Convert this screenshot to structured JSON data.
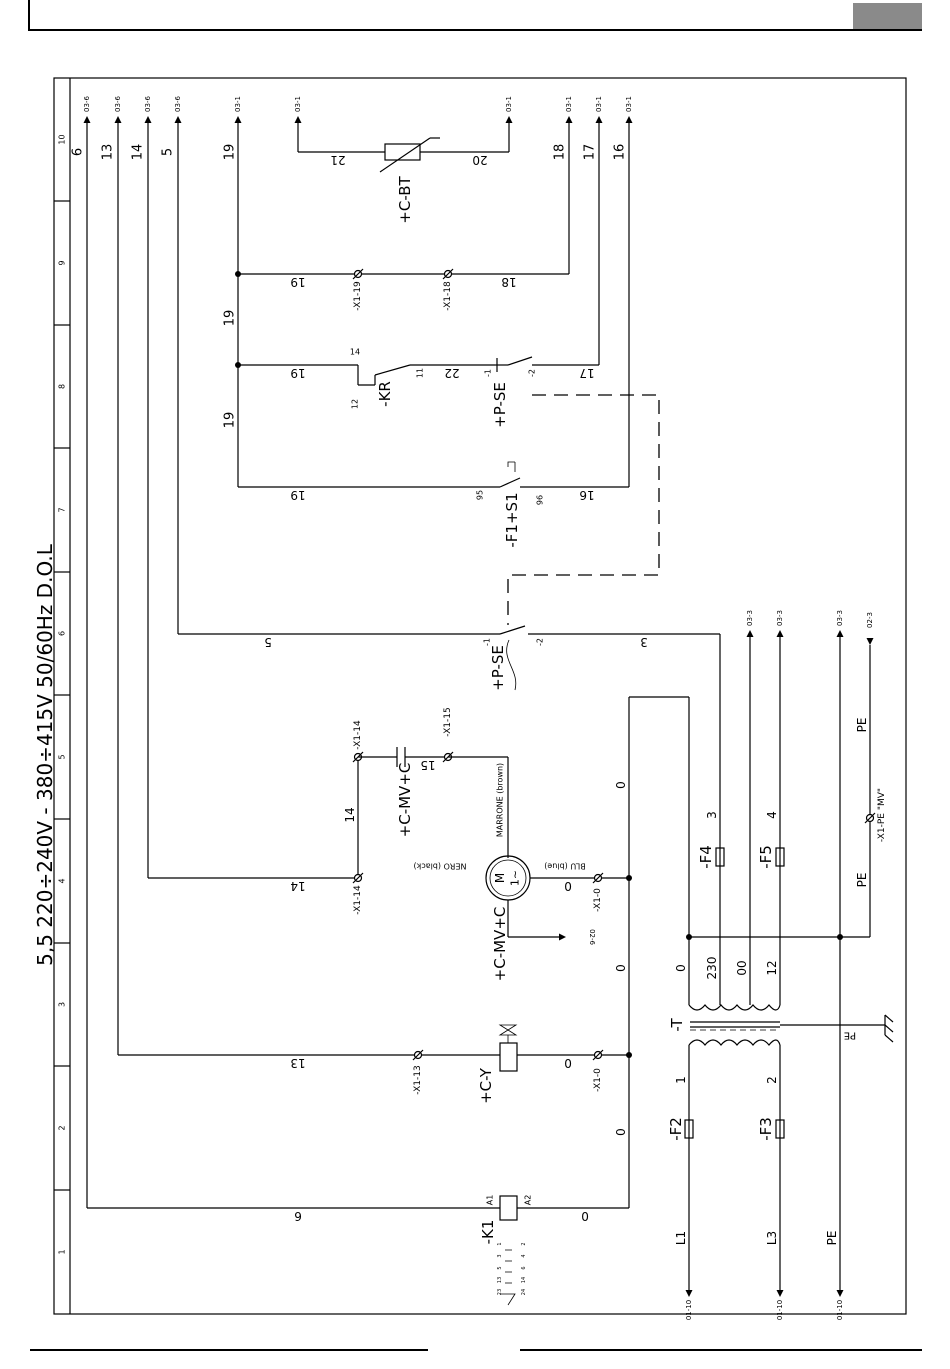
{
  "title": "5,5 220÷240V - 380÷415V 50/60Hz D.O.L",
  "columns": [
    "1",
    "2",
    "3",
    "4",
    "5",
    "6",
    "7",
    "8",
    "9",
    "10"
  ],
  "top_refs": {
    "w6": "03-6",
    "w13": "03-6",
    "w14": "03-6",
    "w5": "03-6",
    "w19": "03-1",
    "c21": "03-1",
    "c20": "03-1",
    "w18": "03-1",
    "w17": "03-1",
    "w16": "03-1"
  },
  "right_refs": {
    "r1": "03-3",
    "r2": "03-3",
    "r3": "03-3",
    "r4": "02-3"
  },
  "left_refs": {
    "L1": "01-10",
    "L3": "01-10",
    "PE": "01-10"
  },
  "mv_ref": "02-6",
  "components": {
    "K1": "-K1",
    "CY": "+C-Y",
    "CMV_motor": "+C-MV+C",
    "CMV_cap": "+C-MV+C",
    "PSE1": "+P-SE",
    "F1S1": "-F1+S1",
    "KR": "-KR",
    "PSE2": "+P-SE",
    "CBT": "+C-BT",
    "F2": "-F2",
    "F3": "-F3",
    "F4": "-F4",
    "F5": "-F5",
    "T": "-T"
  },
  "terminals": {
    "x10a": "-X1-0",
    "x10b": "-X1-0",
    "x113": "-X1-13",
    "x114a": "-X1-14",
    "x114b": "-X1-14",
    "x115": "-X1-15",
    "x118": "-X1-18",
    "x119": "-X1-19",
    "xpe": "-X1-PE \"MV\""
  },
  "wires": {
    "n6": "6",
    "n13": "13",
    "n14": "14",
    "n5": "5",
    "n19": "19",
    "n18": "18",
    "n17": "17",
    "n16": "16",
    "n20": "20",
    "n21": "21",
    "n0": "0",
    "n3": "3",
    "n4": "4",
    "n15": "15",
    "n22": "22",
    "n230": "230",
    "n00": "00",
    "n12": "12",
    "n1": "1",
    "n2": "2",
    "pe": "PE",
    "L1": "L1",
    "L3": "L3"
  },
  "pins": {
    "A1": "A1",
    "A2": "A2",
    "p95": "95",
    "p96": "96",
    "pm1": "-1",
    "pm2": "-2",
    "p11": "11",
    "p12": "12",
    "p14": "14"
  },
  "motor": {
    "symbol": "M",
    "phase": "1~",
    "nero": "NERO (black)",
    "blu": "BLU (blue)",
    "marrone": "MARRONE (brown)"
  },
  "k1_contacts": {
    "c1": "1",
    "c2": "2",
    "c3": "3",
    "c4": "4",
    "c5": "5",
    "c6": "6",
    "c13": "13",
    "c14": "14",
    "c23": "23",
    "c24": "24"
  },
  "edge_marks": {
    "mark": "."
  }
}
